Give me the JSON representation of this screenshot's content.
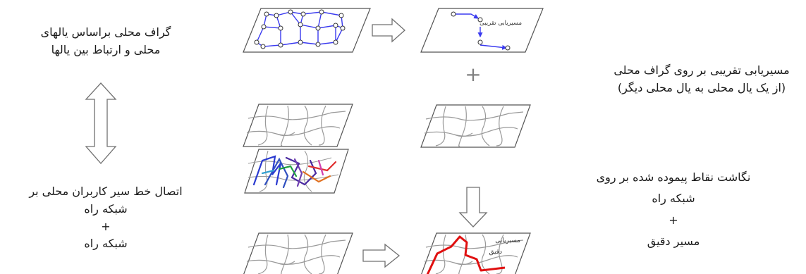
{
  "left_top": {
    "line1": "گراف محلی براساس یالهای",
    "line2": "محلی و ارتباط بین یالها"
  },
  "left_bottom": {
    "line1": "اتصال خط سیر کاربران محلی بر",
    "line2": "شبکه راه",
    "line3": "+",
    "line4": "شبکه راه"
  },
  "right_top": {
    "line1": "مسیریابی تقریبی بر روی گراف محلی",
    "line2": "(از یک یال محلی به یال محلی دیگر)"
  },
  "right_bottom": {
    "line1": "نگاشت نقاط پیموده شده بر روی",
    "line2": "شبکه راه",
    "line3": "+",
    "line4": "مسیر دقیق"
  },
  "panel_labels": {
    "approx_route": "مسیریابی تقریبی",
    "exact_route_line1": "مسیریابی",
    "exact_route_line2": "دقیق"
  },
  "plus_sign": "+",
  "colors": {
    "graph": "#3a3af0",
    "road": "#9a9a9a",
    "exact_route": "#e01010",
    "arrow": "#707070",
    "text": "#1a1a1a"
  }
}
